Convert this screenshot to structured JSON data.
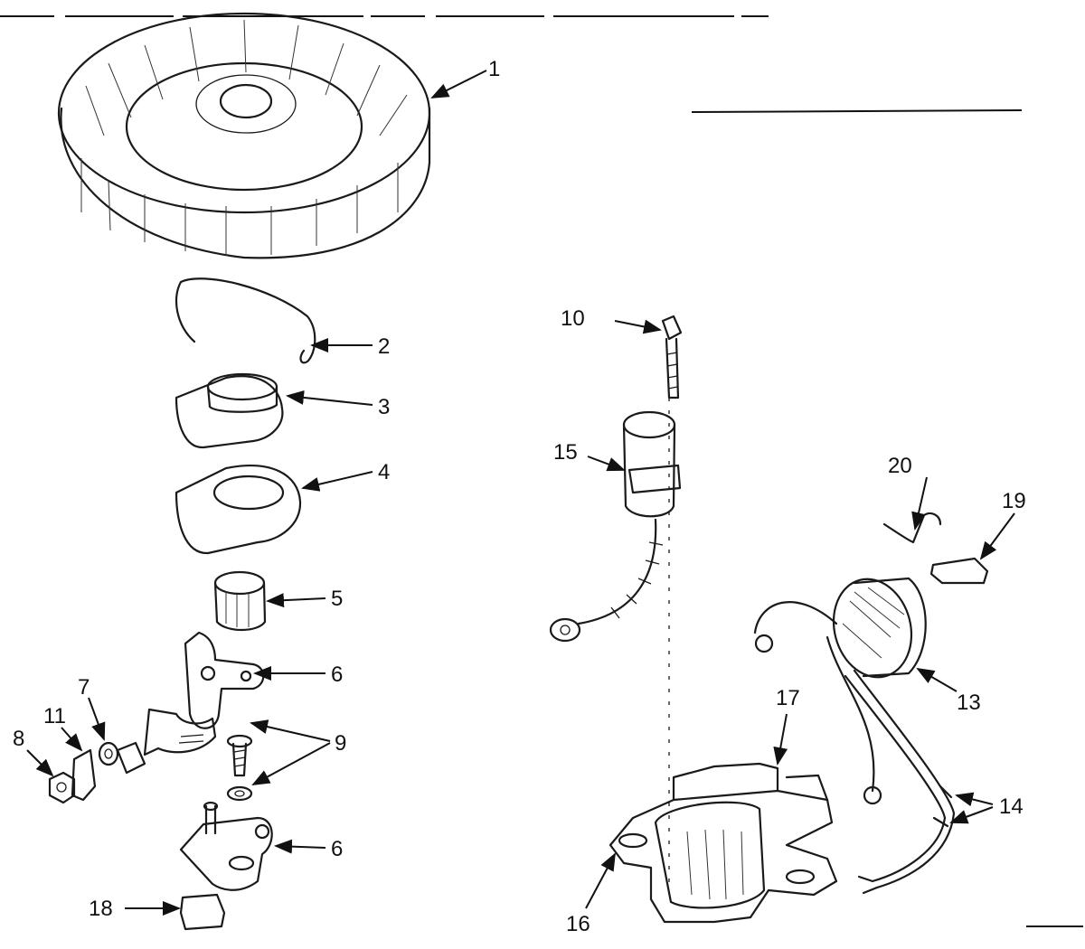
{
  "callouts": {
    "c1": "1",
    "c2": "2",
    "c3": "3",
    "c4": "4",
    "c5": "5",
    "c6a": "6",
    "c6b": "6",
    "c7": "7",
    "c8": "8",
    "c9": "9",
    "c10": "10",
    "c11": "11",
    "c13": "13",
    "c14": "14",
    "c15": "15",
    "c16": "16",
    "c17": "17",
    "c18": "18",
    "c19": "19",
    "c20": "20"
  }
}
